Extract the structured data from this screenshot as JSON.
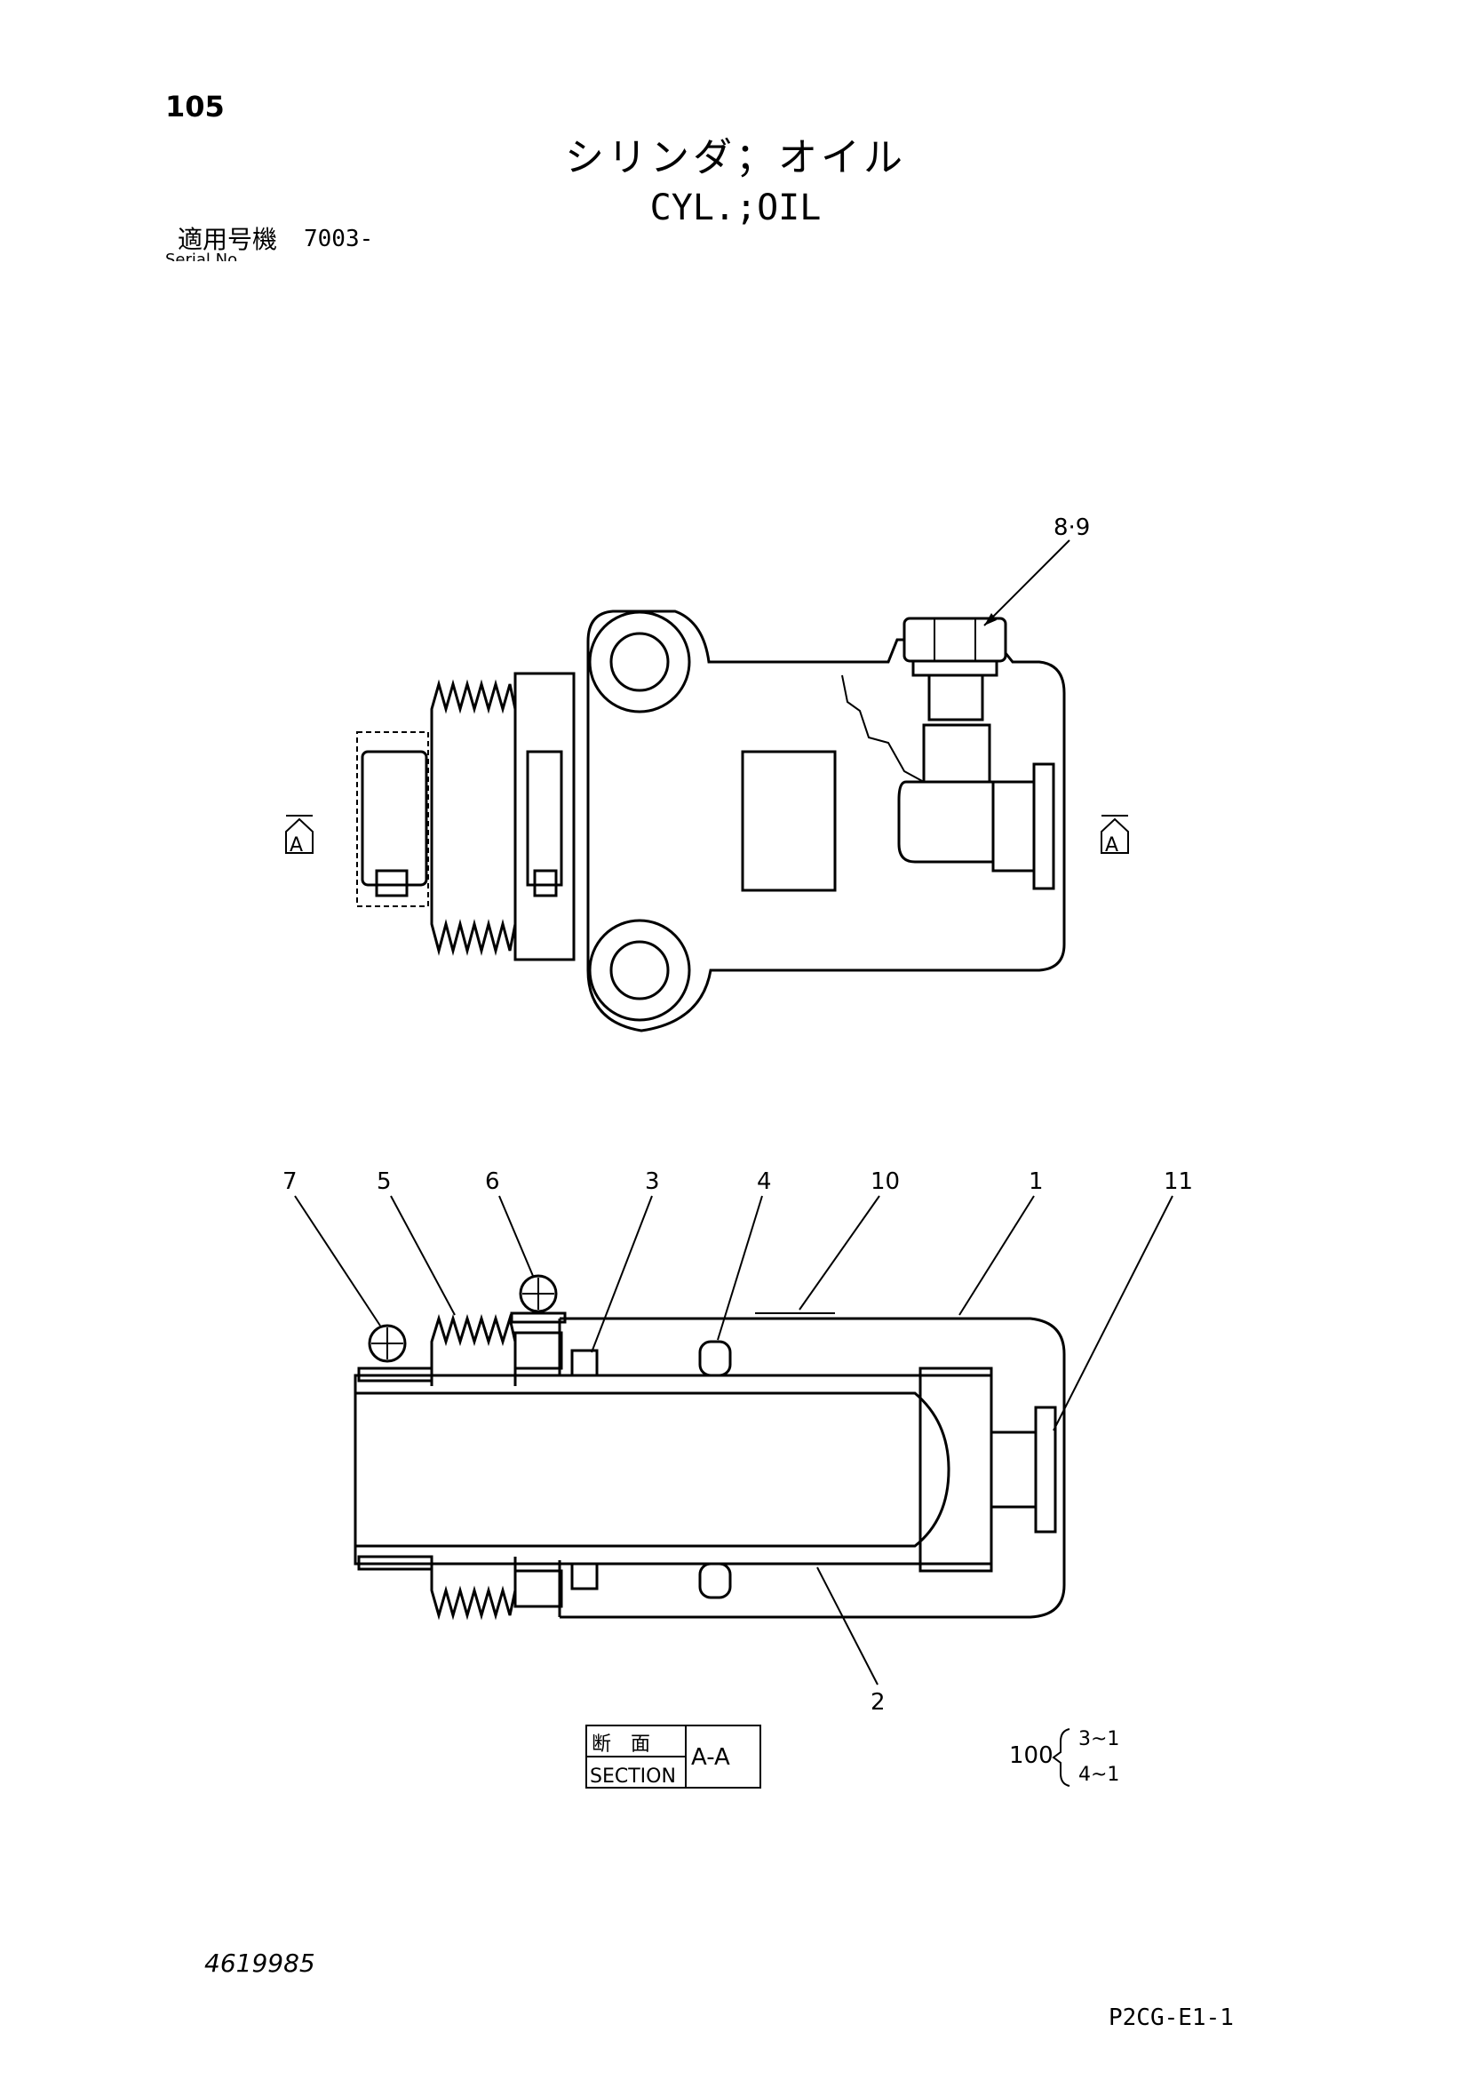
{
  "header": {
    "page_number": "105",
    "title_jp": "シリンダ；オイル",
    "title_en": "CYL.;OIL",
    "serial_label": "適用号機",
    "serial_value": "7003-",
    "serial_sub": "Serial No."
  },
  "top_view": {
    "section_marker_left": "A",
    "section_marker_right": "A",
    "callouts": [
      "8·9"
    ]
  },
  "section_view": {
    "callouts": [
      "7",
      "5",
      "6",
      "3",
      "4",
      "10",
      "1",
      "11",
      "2"
    ],
    "section_box": {
      "jp": "断　面",
      "en": "SECTION",
      "designation": "A-A"
    },
    "kit": {
      "number": "100",
      "items": [
        "3~1",
        "4~1"
      ]
    }
  },
  "footer": {
    "drawing_number": "4619985",
    "page_code": "P2CG-E1-1"
  }
}
